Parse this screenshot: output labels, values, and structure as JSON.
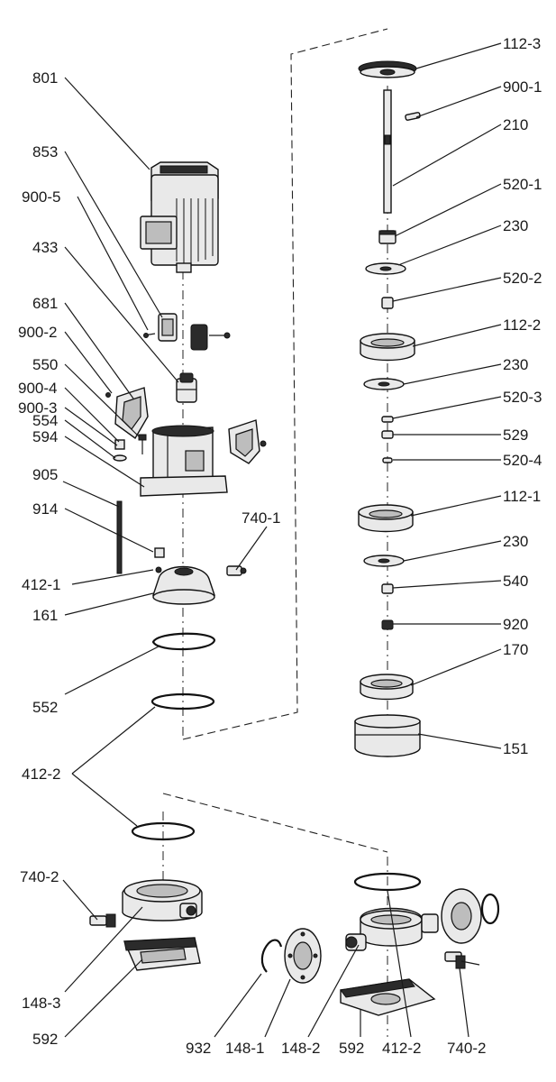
{
  "labels": {
    "l801": "801",
    "l853": "853",
    "l900_5": "900-5",
    "l433": "433",
    "l681": "681",
    "l900_2": "900-2",
    "l550": "550",
    "l900_4": "900-4",
    "l900_3": "900-3",
    "l554": "554",
    "l594": "594",
    "l905": "905",
    "l914": "914",
    "l740_1": "740-1",
    "l412_1": "412-1",
    "l161": "161",
    "l552": "552",
    "l412_2": "412-2",
    "l740_2a": "740-2",
    "l148_3": "148-3",
    "l592a": "592",
    "l932": "932",
    "l148_1": "148-1",
    "l148_2": "148-2",
    "l592b": "592",
    "l412_2b": "412-2",
    "l740_2b": "740-2",
    "l112_3": "112-3",
    "l900_1": "900-1",
    "l210": "210",
    "l520_1": "520-1",
    "l230a": "230",
    "l520_2": "520-2",
    "l112_2": "112-2",
    "l230b": "230",
    "l520_3": "520-3",
    "l529": "529",
    "l520_4": "520-4",
    "l112_1": "112-1",
    "l230c": "230",
    "l540": "540",
    "l920": "920",
    "l170": "170",
    "l151": "151"
  },
  "icons": {
    "motor": "motor-icon",
    "coupling": "coupling-icon",
    "guard": "coupling-guard-icon",
    "lantern": "motor-stool-icon",
    "cover": "pump-head-cover-icon",
    "shaft": "shaft-icon",
    "impeller": "impeller-icon",
    "ring": "o-ring-icon",
    "housing": "pump-casing-icon",
    "flange": "flange-icon",
    "base": "base-plate-icon",
    "valve": "vent-valve-icon"
  }
}
